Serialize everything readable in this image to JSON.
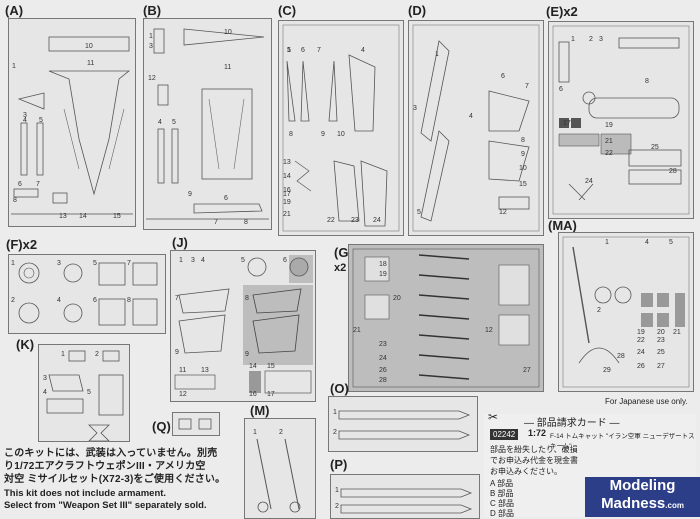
{
  "sprue_labels": {
    "A": "(A)",
    "B": "(B)",
    "C": "(C)",
    "D": "(D)",
    "E": "(E)x2",
    "F": "(F)x2",
    "J": "(J)",
    "G": "(G)",
    "G_count": "x2",
    "MA": "(MA)",
    "K": "(K)",
    "O": "(O)",
    "M": "(M)",
    "Q": "(Q)",
    "P": "(P)"
  },
  "for_japanese_use": "For Japanese use only.",
  "armament_note": {
    "jp_line1": "このキットには、武装は入っていません。別売",
    "jp_line2": "り1/72エアクラフトウェポンIII・アメリカ空",
    "jp_line3": "対空 ミサイルセット(X72-3)をご使用ください。",
    "en_line1": "This kit does not include armament.",
    "en_line2": "Select from \"Weapon Set III\" separately sold."
  },
  "order_card": {
    "title": "— 部品請求カード —",
    "code": "02242",
    "scale": "1:72",
    "desc": "F-14 トムキャット \"イラン空軍 ニューデザートスキーム\"",
    "body1": "部品を紛失したり、破損",
    "body2": "でお申込み代金を現金書",
    "body3": "お申込みください。",
    "row_a": "A 部品",
    "row_b": "B 部品",
    "row_c": "C 部品",
    "row_d": "D 部品"
  },
  "watermark": {
    "line1": "Modeling",
    "line2": "Madness",
    "suffix": ".com"
  }
}
